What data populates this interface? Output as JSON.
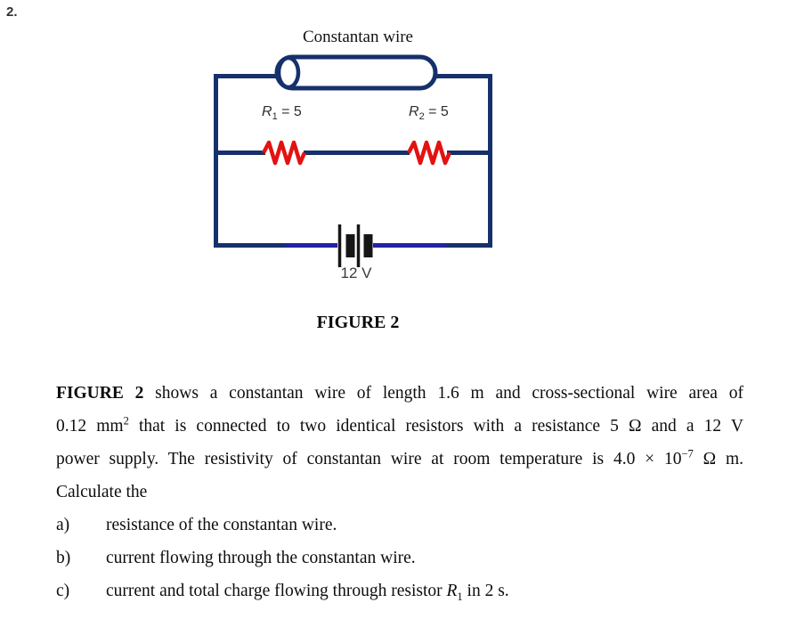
{
  "page": {
    "question_number": "2."
  },
  "figure": {
    "title": "Constantan wire",
    "caption": "FIGURE 2",
    "battery_label": "12 V",
    "resistor1": {
      "base": "R",
      "sub": "1",
      "eq": " = 5"
    },
    "resistor2": {
      "base": "R",
      "sub": "2",
      "eq": " = 5"
    },
    "colors": {
      "wire_navy": "#16306b",
      "wire_blue": "#2222a8",
      "resistor_red": "#e31212",
      "battery_black": "#161616"
    }
  },
  "problem": {
    "line1_bold": "FIGURE 2",
    "line1_rest": " shows a constantan wire of length 1.6 m and cross-sectional wire area of",
    "line2_pre": "0.12 mm",
    "line2_sup": "2",
    "line2_rest": " that is connected to two identical resistors with a resistance 5 Ω and a 12 V",
    "line3_pre": "power supply. The resistivity of constantan wire at room temperature is 4.0 × 10",
    "line3_sup": "−7",
    "line3_rest": " Ω m.",
    "line4": "Calculate the",
    "items": [
      {
        "marker": "a)",
        "text": "resistance of the constantan wire."
      },
      {
        "marker": "b)",
        "text": "current flowing through the constantan wire."
      },
      {
        "marker": "c)",
        "text_pre": "current and total charge flowing through resistor ",
        "r_base": "R",
        "r_sub": "1",
        "text_post": " in 2 s."
      }
    ]
  }
}
